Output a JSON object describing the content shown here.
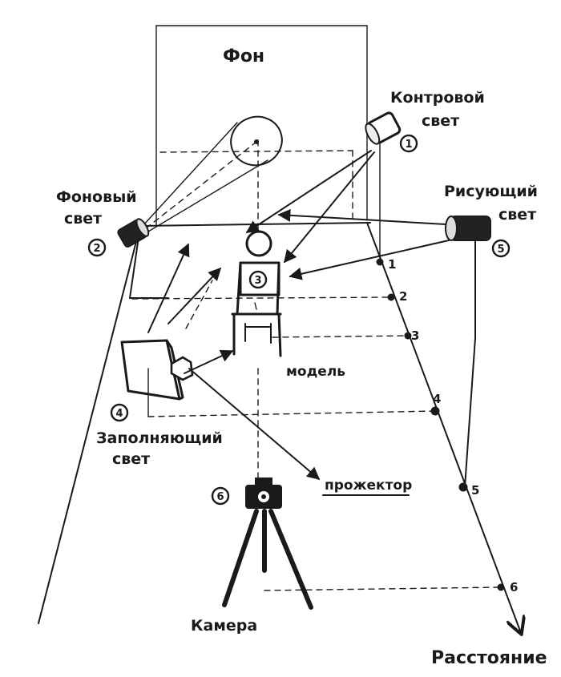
{
  "labels": {
    "background": "Фон",
    "rim_light": [
      "Контровой",
      "свет"
    ],
    "background_light": [
      "Фоновый",
      "свет"
    ],
    "key_light": [
      "Рисующий",
      "свет"
    ],
    "fill_light": [
      "Заполняющий",
      "свет"
    ],
    "model": "модель",
    "spotlight": "прожектор",
    "camera": "Камера",
    "distance": "Расстояние"
  },
  "badges": {
    "rim_light": "1",
    "background_light": "2",
    "model": "3",
    "fill_light": "4",
    "key_light": "5",
    "camera": "6"
  },
  "distance_ticks": [
    "1",
    "2",
    "3",
    "4",
    "5",
    "6"
  ]
}
